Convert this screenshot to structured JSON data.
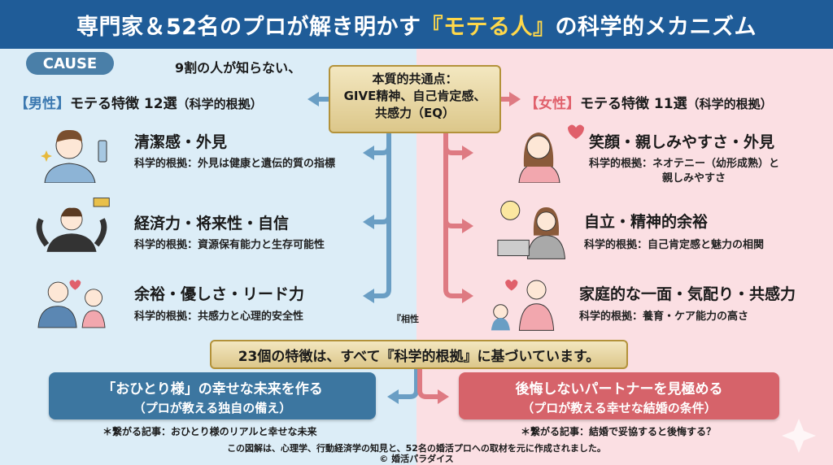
{
  "title": {
    "pre": "専門家＆52名のプロが解き明かす",
    "highlight": "『モテる人』",
    "post": "の科学的メカニズム"
  },
  "cause_label": "CAUSE",
  "kicker": "9割の人が知らない、",
  "core": {
    "line1": "本質的共通点：",
    "line2": "GIVE精神、自己肯定感、",
    "line3": "共感力（EQ）"
  },
  "male": {
    "tag": "【男性】",
    "title": "モテる特徴 12選",
    "note": "（科学的根拠）",
    "items": [
      {
        "title": "清潔感・外見",
        "desc": "科学的根拠：外見は健康と遺伝的質の指標"
      },
      {
        "title": "経済力・将来性・自信",
        "desc": "科学的根拠：資源保有能力と生存可能性"
      },
      {
        "title": "余裕・優しさ・リード力",
        "desc": "科学的根拠：共感力と心理的安全性"
      }
    ],
    "stray": "『相性"
  },
  "female": {
    "tag": "【女性】",
    "title": "モテる特徴 11選",
    "note": "（科学的根拠）",
    "items": [
      {
        "title": "笑顔・親しみやすさ・外見",
        "desc": "科学的根拠：ネオテニー（幼形成熟）と",
        "desc2": "親しみやすさ"
      },
      {
        "title": "自立・精神的余裕",
        "desc": "科学的根拠：自己肯定感と魅力の相関"
      },
      {
        "title": "家庭的な一面・気配り・共感力",
        "desc": "科学的根拠：養育・ケア能力の高さ"
      }
    ]
  },
  "summary": "23個の特徴は、すべて『科学的根拠』に基づいています。",
  "cta_left": {
    "line1": "「おひとり様」の幸せな未来を作る",
    "line2": "（プロが教える独自の備え）",
    "note": "＊繋がる記事：おひとり様のリアルと幸せな未来"
  },
  "cta_right": {
    "line1": "後悔しないパートナーを見極める",
    "line2": "（プロが教える幸せな結婚の条件）",
    "note": "＊繋がる記事：結婚で妥協すると後悔する？"
  },
  "credit": {
    "line1": "この図解は、心理学、行動経済学の知見と、52名の婚活プロへの取材を元に作成されました。",
    "line2": "© 婚活パラダイス"
  },
  "colors": {
    "title_bg": "#1f5c98",
    "male": "#3c76a0",
    "female": "#d6636a",
    "gold": "#b3923a"
  }
}
